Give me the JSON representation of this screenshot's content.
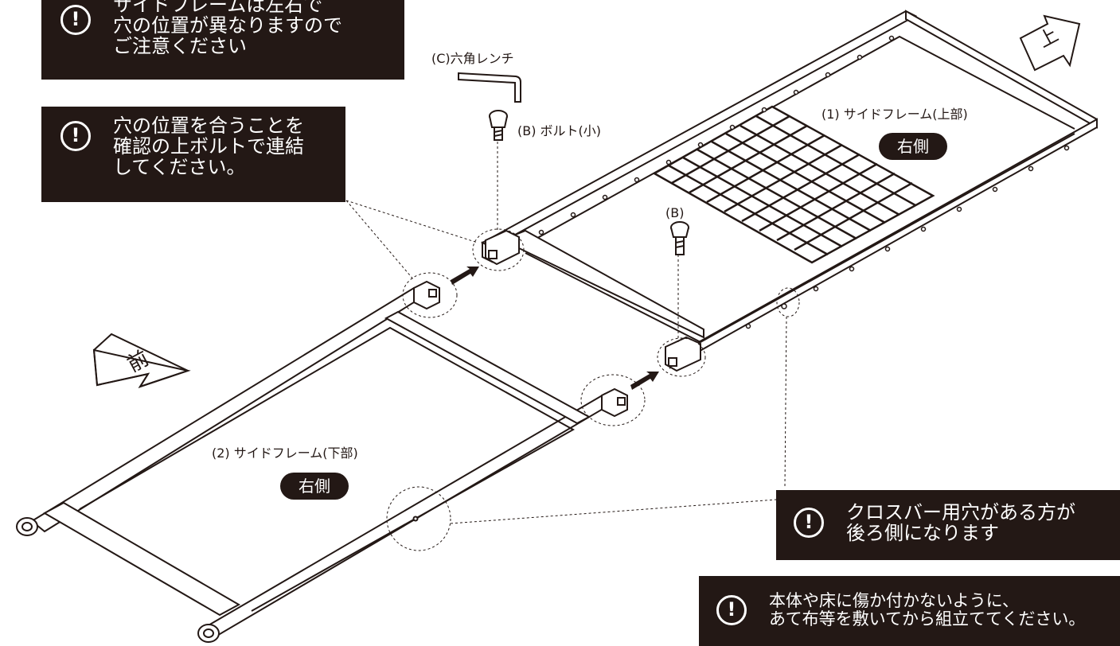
{
  "notes": {
    "frame_diff": {
      "lines": [
        "サイドフレームは左右で",
        "穴の位置が異なりますので",
        "ご注意ください"
      ]
    },
    "align_holes": {
      "lines": [
        "穴の位置を合うことを",
        "確認の上ボルトで連結",
        "してください。"
      ]
    },
    "crossbar": {
      "lines": [
        "クロスバー用穴がある方が",
        "後ろ側になります"
      ]
    },
    "protect": {
      "lines": [
        "本体や床に傷か付かないように、",
        "あて布等を敷いてから組立ててください。"
      ]
    }
  },
  "icon_glyph": "!",
  "labels": {
    "hex_wrench": "(C)六角レンチ",
    "bolt_small": "(B) ボルト(小)",
    "bolt_b": "(B)",
    "upper_frame": "(1) サイドフレーム(上部)",
    "lower_frame": "(2) サイドフレーム(下部)",
    "right_side": "右側",
    "front": "前",
    "top": "上"
  },
  "colors": {
    "ink": "#231815",
    "paper": "#ffffff"
  }
}
